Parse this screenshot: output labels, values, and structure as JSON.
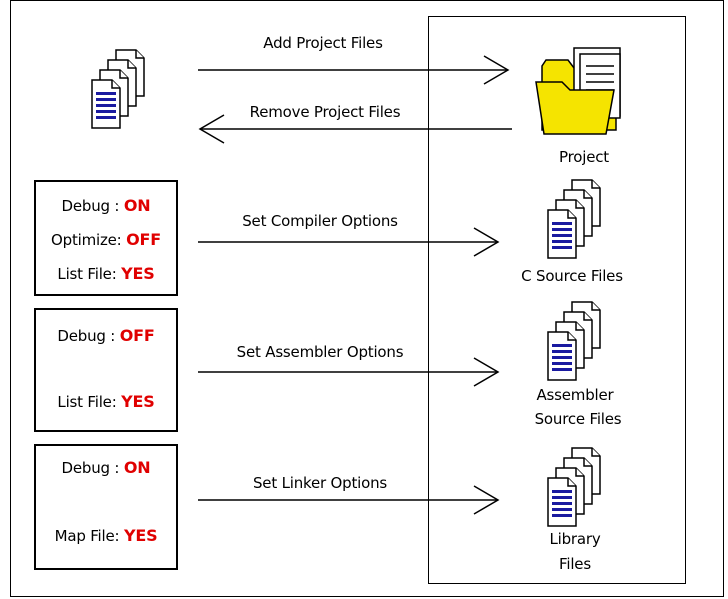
{
  "arrows": {
    "add_project_files": "Add Project Files",
    "remove_project_files": "Remove Project Files",
    "set_compiler_options": "Set Compiler Options",
    "set_assembler_options": "Set Assembler Options",
    "set_linker_options": "Set Linker Options"
  },
  "right_labels": {
    "project": "Project",
    "c_source": "C Source Files",
    "assembler_line1": "Assembler",
    "assembler_line2": "Source Files",
    "library_line1": "Library",
    "library_line2": "Files"
  },
  "compiler_box": {
    "debug_label": "Debug : ",
    "debug_value": "ON",
    "optimize_label": "Optimize: ",
    "optimize_value": "OFF",
    "listfile_label": "List File: ",
    "listfile_value": "YES"
  },
  "assembler_box": {
    "debug_label": "Debug : ",
    "debug_value": "OFF",
    "listfile_label": "List File: ",
    "listfile_value": "YES"
  },
  "linker_box": {
    "debug_label": "Debug : ",
    "debug_value": "ON",
    "mapfile_label": "Map File: ",
    "mapfile_value": "YES"
  },
  "colors": {
    "value_red": "#e00000",
    "folder_yellow": "#f5e400",
    "page_blue": "#1a1aa0"
  },
  "icons": [
    "document-stack-icon",
    "folder-icon"
  ]
}
